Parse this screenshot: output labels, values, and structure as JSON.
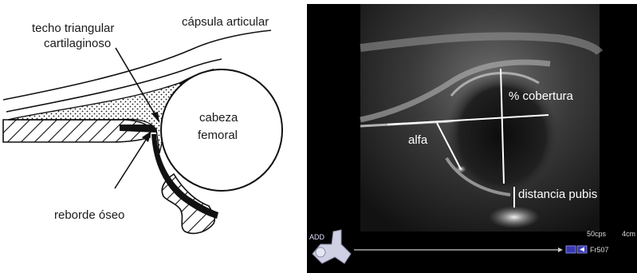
{
  "schematic": {
    "labels": {
      "roof_line1": "techo triangular",
      "roof_line2": "cartilaginoso",
      "capsule": "cápsula articular",
      "head_line1": "cabeza",
      "head_line2": "femoral",
      "rim": "reborde óseo"
    }
  },
  "ultrasound": {
    "labels": {
      "coverage": "% cobertura",
      "alpha": "alfa",
      "pubis_distance": "distancia pubis"
    },
    "overlay": {
      "mode": "ADD",
      "frame_rate": "50cps",
      "depth": "4cm",
      "frame": "Fr507"
    }
  }
}
